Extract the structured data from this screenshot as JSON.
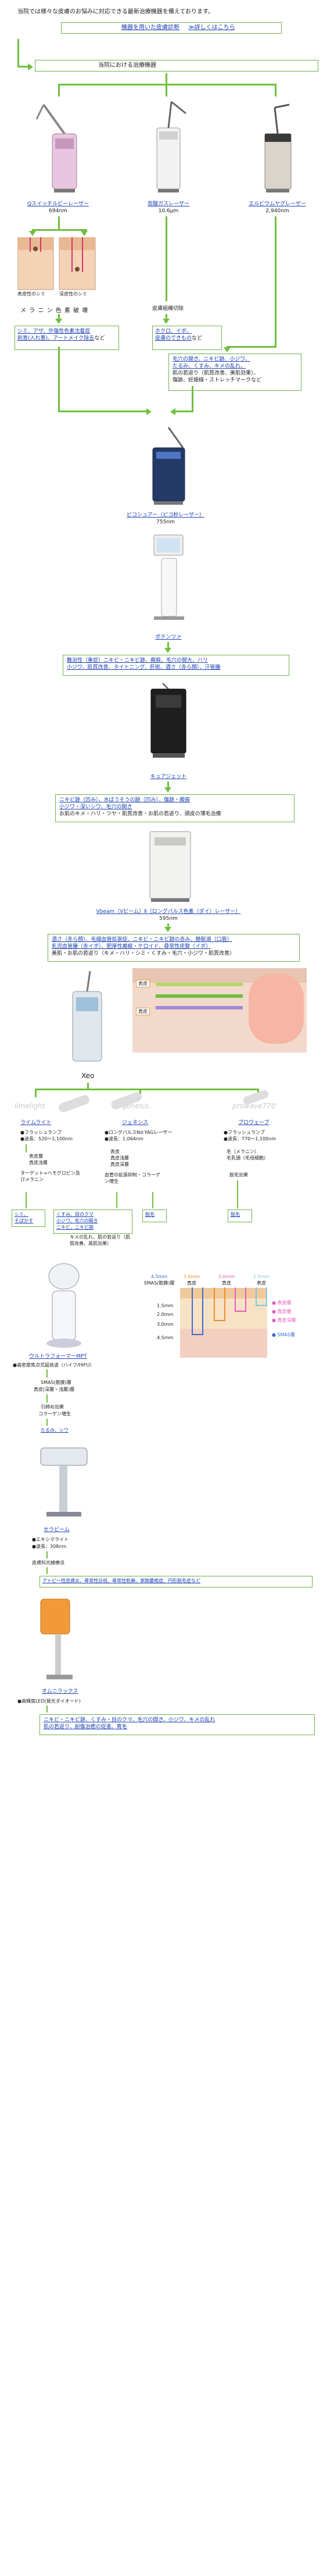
{
  "intro": "当院では様々な皮膚のお悩みに対応できる最新治療機器を備えております。",
  "top_links": {
    "devices_link": "機器を用いた皮膚診断",
    "details_link": "≫詳しくはこちら"
  },
  "section_title": "当院における治療機器",
  "lasers": [
    {
      "name": "Qスイッチルビーレーザー",
      "wave": "694nm"
    },
    {
      "name": "炭酸ガスレーザー",
      "wave": "10.6μm"
    },
    {
      "name": "エルビウムヤグレーザー",
      "wave": "2,940nm"
    }
  ],
  "skin_labels": {
    "shallow": "表皮性のシミ",
    "deep": "深皮性のシミ"
  },
  "melanin": "メ ラ ニ ン 色 素 破 壊",
  "vapor": "皮膚組織切除",
  "box_ruby": {
    "line1": "シミ、アザ、外傷性色素沈着症",
    "line2": "刺青(入れ墨)、アートメイク除去",
    "suffix": "など"
  },
  "box_co2": {
    "line1": "ホクロ、イボ、",
    "line2": "皮膚のできもの",
    "suffix": "など"
  },
  "box_erbium": {
    "line1": "毛穴の開き、ニキビ跡、小ジワ、",
    "line2": "たるみ、くすみ、キメの乱れ、",
    "line3": "肌の若返り（肌質改善、美肌効果）、",
    "line4": "傷跡、妊娠線・ストレッチマークなど"
  },
  "picosure": {
    "name": "ピコシュアー（ピコ秒レーザー）",
    "wave": "755nm"
  },
  "potenza": {
    "name": "ポテンツァ"
  },
  "box_potenza": {
    "line1": "難治性（重症）ニキビ・ニキビ跡、瘢痕、毛穴の開大、ハリ",
    "line2": "小ジワ、肌質改善、タイトニング、肝斑、酒さ（赤ら顔）、汗管腫"
  },
  "cureject": {
    "name": "キュアジェット"
  },
  "box_cureject": {
    "line1": "ニキビ跡（凹み）、水ぼうそうの跡（凹み）、傷跡・瘢痕",
    "line2": "小ジワ・深いシワ、毛穴の開き",
    "line3": "お肌のキメ・ハリ・ツヤ・肌質改善・お肌の若返り、頭皮の薄毛治療"
  },
  "vbeam": {
    "name": "Vbeam（Vビーム）Ⅱ（ロングパルス色素（ダイ）レーザー）",
    "wave": "595nm"
  },
  "box_vbeam": {
    "line1": "酒さ（赤ら顔）、毛細血管拡張症、ニキビ・ニキビ跡の赤み、静脈湖（口唇）",
    "line2": "乳児血管腫（赤イボ）、肥厚性瘢痕・ケロイド、尋常性疣贅（イボ）",
    "line3": "美肌・お肌の若返り（キメ・ハリ・シミ・くすみ・毛穴・小ジワ・肌質改善）"
  },
  "skin_diagram": {
    "epidermis": "表皮",
    "dermis": "真皮"
  },
  "xeo": {
    "name": "Xeo"
  },
  "xeo_heads": [
    {
      "brand": "limelight",
      "name": "ライムライト",
      "spec1": "●フラッシュランプ",
      "spec2": "●波長：520～1,100nm",
      "effect": [
        "表皮層",
        "真皮浅層"
      ],
      "desc": "ターゲット=ヘモグロビン及びメラニン",
      "result_links": [
        "シミ、",
        "そばかす"
      ]
    },
    {
      "brand": "genesis",
      "name": "ジェネシス",
      "spec1": "●ロングパルスNd:YAGレーザー",
      "spec2": "●波長：1,064nm",
      "effect": [
        "表皮",
        "真皮浅層",
        "真皮深層"
      ],
      "desc": "血管の拡張抑制・コラーゲン増生",
      "result_links": [
        "くすみ、目のクマ",
        "小ジワ、毛穴の開き",
        "ニキビ、ニキビ跡"
      ]
    },
    {
      "brand": "prowave770",
      "name": "プロウェーブ",
      "spec1": "●フラッシュランプ",
      "spec2": "●波長：770～1,100nm",
      "effect": [
        "毛（メラニン）",
        "毛乳頭（毛母細胞）"
      ],
      "desc": "脱毛効果",
      "result_links": [
        "脱毛"
      ]
    }
  ],
  "genesis_extra": "キメの乱れ、肌の若返り（肌質改善、美肌効果）",
  "ultraformer": {
    "name": "ウルトラフォーマーMPT",
    "spec": "●高密度焦点式超音波（ハイフ/HIFU）",
    "lines": [
      "SMAS(筋膜)層",
      "真皮(深層・浅層)層",
      "引締め効果",
      "コラーゲン増生"
    ],
    "result": "たるみ、シワ"
  },
  "depths": [
    {
      "label": "4.5mm",
      "sub": "SMAS(筋膜)層",
      "color": "#3a6ad4"
    },
    {
      "label": "3.0mm",
      "sub": "真皮",
      "color": "#f28c28"
    },
    {
      "label": "2.0mm",
      "sub": "真皮",
      "color": "#e85ac0"
    },
    {
      "label": "1.5mm",
      "sub": "表皮",
      "color": "#7ec8e3"
    }
  ],
  "depth_axis": [
    "1.5mm",
    "2.0mm",
    "3.0mm",
    "4.5mm"
  ],
  "depth_right": [
    "● 表皮層",
    "● 真皮層",
    "● 真皮深層",
    "● SMAS層"
  ],
  "therabeam": {
    "name": "セラビーム",
    "spec1": "●エキシマライト",
    "spec2": "●波長：308nm",
    "tag": "皮膚科光線療法",
    "result": "アトピー性皮膚炎、尋常性白斑、尋常性乾癬、掌蹠膿疱症、円形脱毛症など"
  },
  "omnilux": {
    "name": "オムニラックス",
    "spec": "●高輝度LED(発光ダイオード)",
    "line1": "ニキビ・ニキビ跡、くすみ・目のクマ、毛穴の開き、小ジワ、キメの乱れ",
    "line2": "肌の若返り、創傷治癒の促進、育毛"
  },
  "colors": {
    "accent": "#6fbf3f",
    "link": "#1a3fb3",
    "frame": "#6bb24e"
  }
}
